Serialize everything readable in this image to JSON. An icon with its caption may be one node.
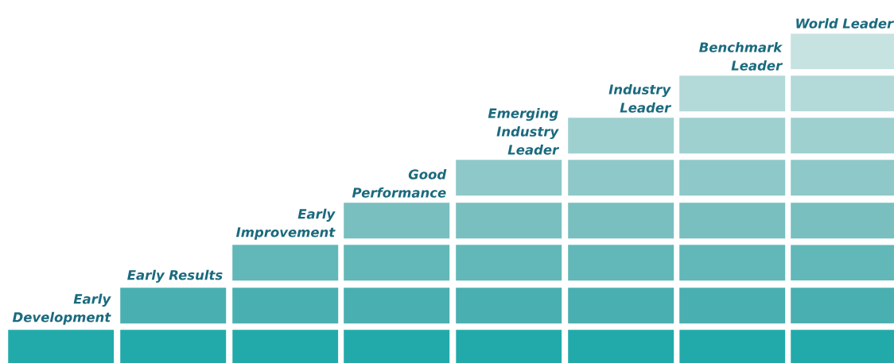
{
  "diagram": {
    "nodes": [
      {
        "text": [
          "Early Development"
        ]
      },
      {
        "text": [
          "Early Results"
        ]
      },
      {
        "text": [],
        "shape": "box"
      },
      {
        "text": [
          "Early Improvement"
        ]
      },
      {
        "text": [],
        "shape": "box"
      },
      {
        "text": [],
        "shape": "box"
      },
      {
        "text": [
          "Good Performance"
        ]
      },
      {
        "text": [],
        "shape": "box"
      },
      {
        "text": [],
        "shape": "box"
      },
      {
        "text": [],
        "shape": "box"
      },
      {
        "text": [
          "Emerging Industry Leader"
        ]
      },
      {
        "text": [],
        "shape": "box"
      },
      {
        "text": [],
        "shape": "box"
      },
      {
        "text": [],
        "shape": "box"
      },
      {
        "text": [],
        "shape": "box"
      },
      {
        "text": [
          "Industry Leader"
        ]
      },
      {
        "text": [],
        "shape": "box"
      },
      {
        "text": [],
        "shape": "box"
      },
      {
        "text": [],
        "shape": "box"
      },
      {
        "text": [],
        "shape": "box"
      },
      {
        "text": [],
        "shape": "box"
      },
      {
        "text": [
          "Benchmark Leader"
        ]
      },
      {
        "text": [],
        "shape": "box"
      },
      {
        "text": [],
        "shape": "box"
      },
      {
        "text": [],
        "shape": "box"
      },
      {
        "text": [],
        "shape": "box"
      },
      {
        "text": [],
        "shape": "box"
      },
      {
        "text": [],
        "shape": "box"
      },
      {
        "text": [
          "World Leader"
        ]
      },
      {
        "text": [],
        "shape": "box"
      },
      {
        "text": [],
        "shape": "box"
      },
      {
        "text": [],
        "shape": "box"
      },
      {
        "text": [],
        "shape": "box"
      },
      {
        "text": [],
        "shape": "box"
      },
      {
        "text": [],
        "shape": "box"
      },
      {
        "text": [],
        "shape": "box"
      }
    ]
  }
}
